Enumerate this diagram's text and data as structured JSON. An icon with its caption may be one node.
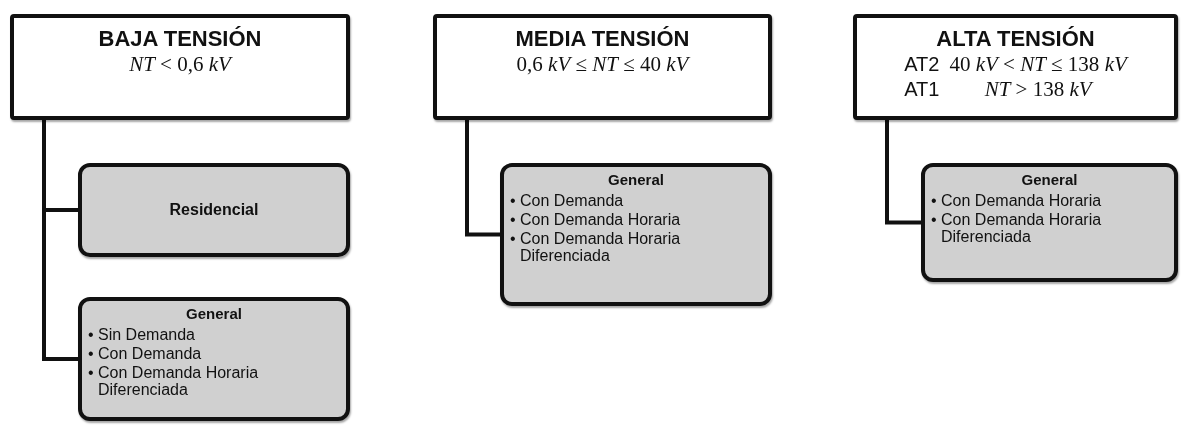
{
  "diagram": {
    "nodes": [
      {
        "text": [
          "BAJA TENSIÓN",
          "*NT* < 0,6 *kV*"
        ]
      },
      {
        "text": [
          "Residencial"
        ]
      },
      {
        "text": [
          "General",
          "• Sin Demanda",
          "• Con Demanda",
          "• Con Demanda Horaria Diferenciada"
        ]
      },
      {
        "text": [
          "MEDIA TENSIÓN",
          "0,6 *kV* ≤ *NT* ≤ 40 *kV*"
        ]
      },
      {
        "text": [
          "General",
          "• Con Demanda",
          "• Con Demanda Horaria",
          "• Con Demanda Horaria Diferenciada"
        ]
      },
      {
        "text": [
          "ALTA TENSIÓN",
          "AT2",
          "40 *kV* < *NT* ≤ 138 *kV*",
          "AT1",
          "*NT* > 138 *kV*"
        ]
      },
      {
        "text": [
          "General",
          "• Con Demanda Horaria",
          "• Con Demanda Horaria Diferenciada"
        ]
      }
    ],
    "edges": [
      {
        "from": 0,
        "to": 1,
        "arrow": "none"
      },
      {
        "from": 0,
        "to": 2,
        "arrow": "none"
      },
      {
        "from": 3,
        "to": 4,
        "arrow": "none"
      },
      {
        "from": 5,
        "to": 6,
        "arrow": "none"
      }
    ]
  }
}
